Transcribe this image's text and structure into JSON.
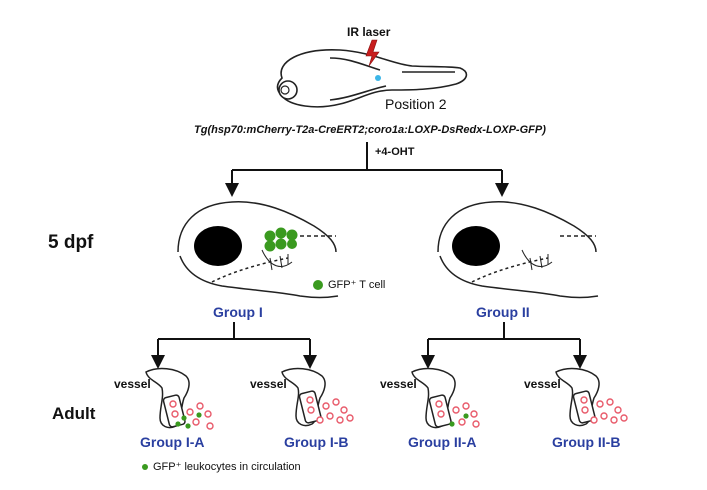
{
  "laser_label": "IR laser",
  "position_label": "Position 2",
  "genotype": "Tg(hsp70:mCherry-T2a-CreERT2;coro1a:LOXP-DsRedx-LOXP-GFP)",
  "treatment_label": "+4-OHT",
  "stage_larva": "5 dpf",
  "stage_adult": "Adult",
  "legend_tcell": "GFP⁺ T cell",
  "legend_leukocytes": "GFP⁺ leukocytes in circulation",
  "groups": {
    "g1": "Group I",
    "g2": "Group II",
    "g1a": "Group I-A",
    "g1b": "Group I-B",
    "g2a": "Group II-A",
    "g2b": "Group II-B"
  },
  "vessel_label": "vessel",
  "colors": {
    "group_text": "#2a3fa0",
    "gfp_green": "#3a9a1f",
    "laser_red": "#c81e1e",
    "dsred_pink": "#e85a6a"
  }
}
